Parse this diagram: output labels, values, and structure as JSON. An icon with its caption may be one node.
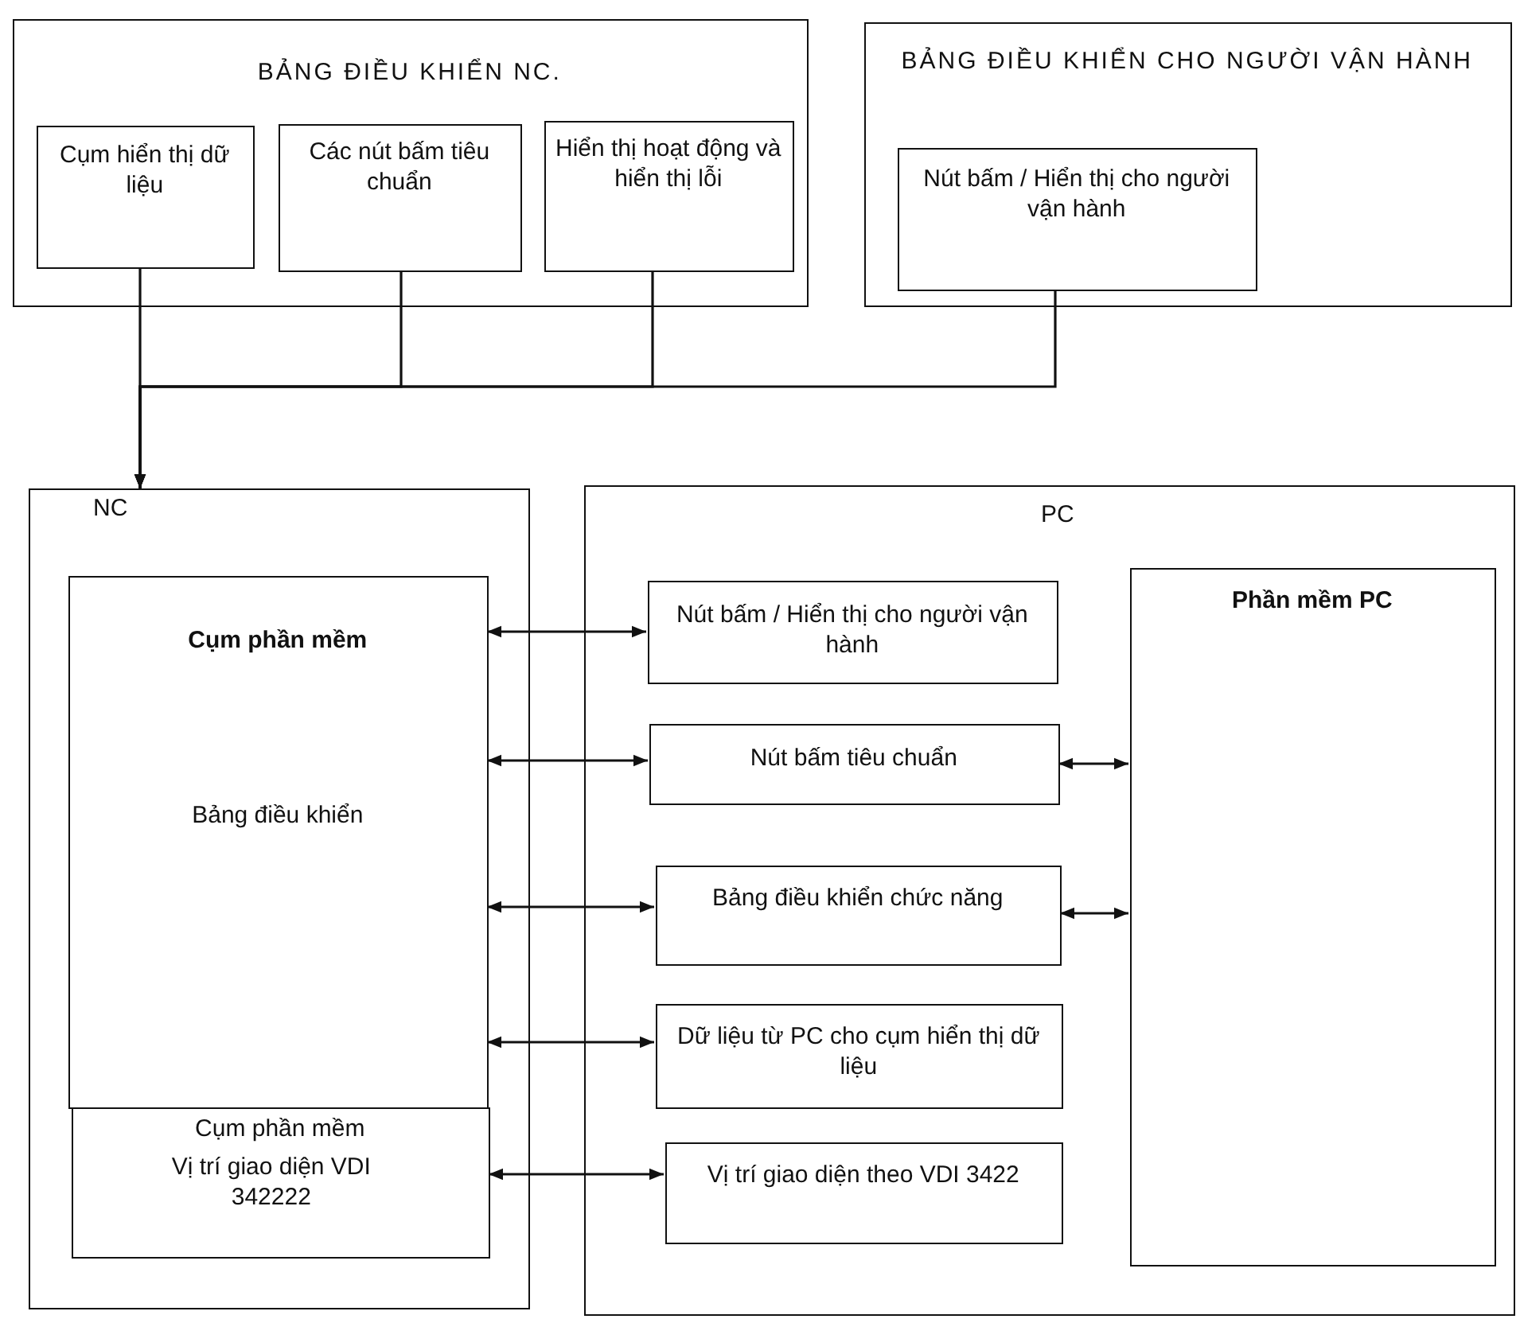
{
  "diagram": {
    "nodes": [
      {
        "text": [
          "BẢNG ĐIỀU KHIỂN NC."
        ]
      },
      {
        "text": [
          "Cụm hiển thị dữ liệu"
        ],
        "in": 0
      },
      {
        "text": [
          "Các nút bấm tiêu chuẩn"
        ],
        "in": 0
      },
      {
        "text": [
          "Hiển thị hoạt động và hiển thị lỗi"
        ],
        "in": 0
      },
      {
        "text": [
          "BẢNG ĐIỀU KHIỂN CHO NGƯỜI VẬN HÀNH"
        ]
      },
      {
        "text": [
          "Nút bấm / Hiển thị cho người vận hành"
        ],
        "in": 4
      },
      {
        "text": [
          "NC"
        ]
      },
      {
        "text": [
          "Cụm phần mềm",
          "Bảng điều khiển"
        ],
        "in": 6
      },
      {
        "text": [
          "Cụm phần mềm",
          "Vị trí giao diện VDI 342222"
        ],
        "in": 6
      },
      {
        "text": [
          "PC"
        ]
      },
      {
        "text": [
          "Nút bấm / Hiển thị cho người vận hành"
        ],
        "in": 9
      },
      {
        "text": [
          "Nút bấm tiêu chuẩn"
        ],
        "in": 9
      },
      {
        "text": [
          "Bảng điều khiển chức năng"
        ],
        "in": 9
      },
      {
        "text": [
          "Dữ liệu từ PC cho cụm hiển thị dữ liệu"
        ],
        "in": 9
      },
      {
        "text": [
          "Vị trí giao diện theo VDI 3422"
        ],
        "in": 9
      },
      {
        "text": [
          "Phần mềm PC"
        ],
        "in": 9
      }
    ],
    "edges": [
      {
        "from": 1,
        "to": 6,
        "arrow": "to"
      },
      {
        "from": 2,
        "to": 6,
        "arrow": "to"
      },
      {
        "from": 3,
        "to": 6,
        "arrow": "to"
      },
      {
        "from": 5,
        "to": 6,
        "arrow": "to"
      },
      {
        "from": 7,
        "to": 10,
        "arrow": "both"
      },
      {
        "from": 7,
        "to": 11,
        "arrow": "both"
      },
      {
        "from": 7,
        "to": 12,
        "arrow": "both"
      },
      {
        "from": 7,
        "to": 13,
        "arrow": "both"
      },
      {
        "from": 8,
        "to": 14,
        "arrow": "both"
      },
      {
        "from": 11,
        "to": 15,
        "arrow": "both"
      },
      {
        "from": 12,
        "to": 15,
        "arrow": "both"
      }
    ]
  }
}
